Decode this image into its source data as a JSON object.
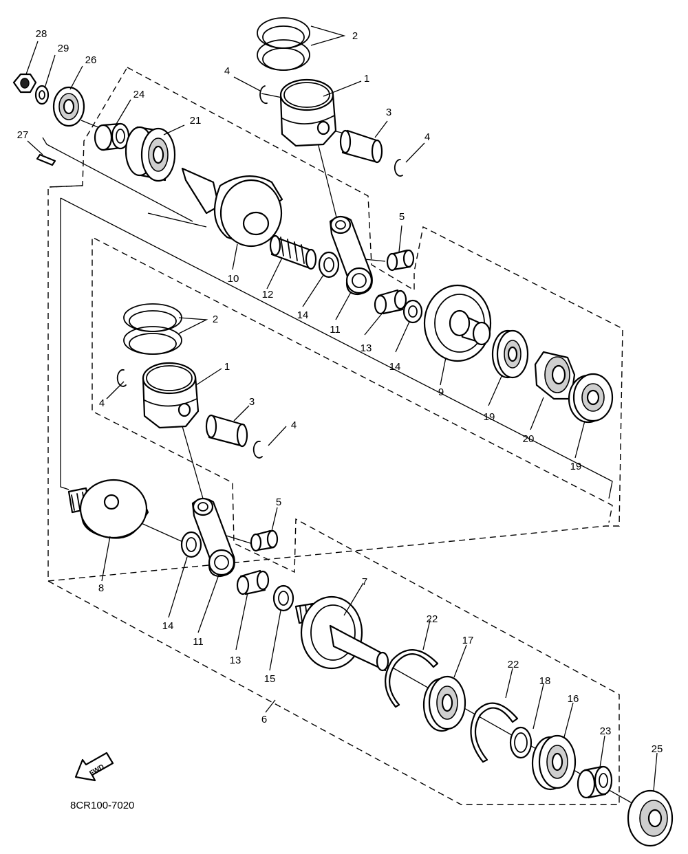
{
  "drawing_code": "8CR100-7020",
  "fwd_label": "FWD",
  "labels": {
    "n28": "28",
    "n29": "29",
    "n26": "26",
    "n27": "27",
    "n24": "24",
    "n21": "21",
    "n2a": "2",
    "n4a": "4",
    "n1a": "1",
    "n3a": "3",
    "n4b": "4",
    "n5a": "5",
    "n10": "10",
    "n12": "12",
    "n14a": "14",
    "n11a": "11",
    "n13a": "13",
    "n14b": "14",
    "n9": "9",
    "n19a": "19",
    "n20": "20",
    "n19b": "19",
    "n2b": "2",
    "n4c": "4",
    "n1b": "1",
    "n3b": "3",
    "n4d": "4",
    "n5b": "5",
    "n8": "8",
    "n14c": "14",
    "n11b": "11",
    "n13b": "13",
    "n15": "15",
    "n7": "7",
    "n22a": "22",
    "n17": "17",
    "n22b": "22",
    "n18": "18",
    "n16": "16",
    "n23": "23",
    "n25": "25",
    "n6": "6"
  }
}
